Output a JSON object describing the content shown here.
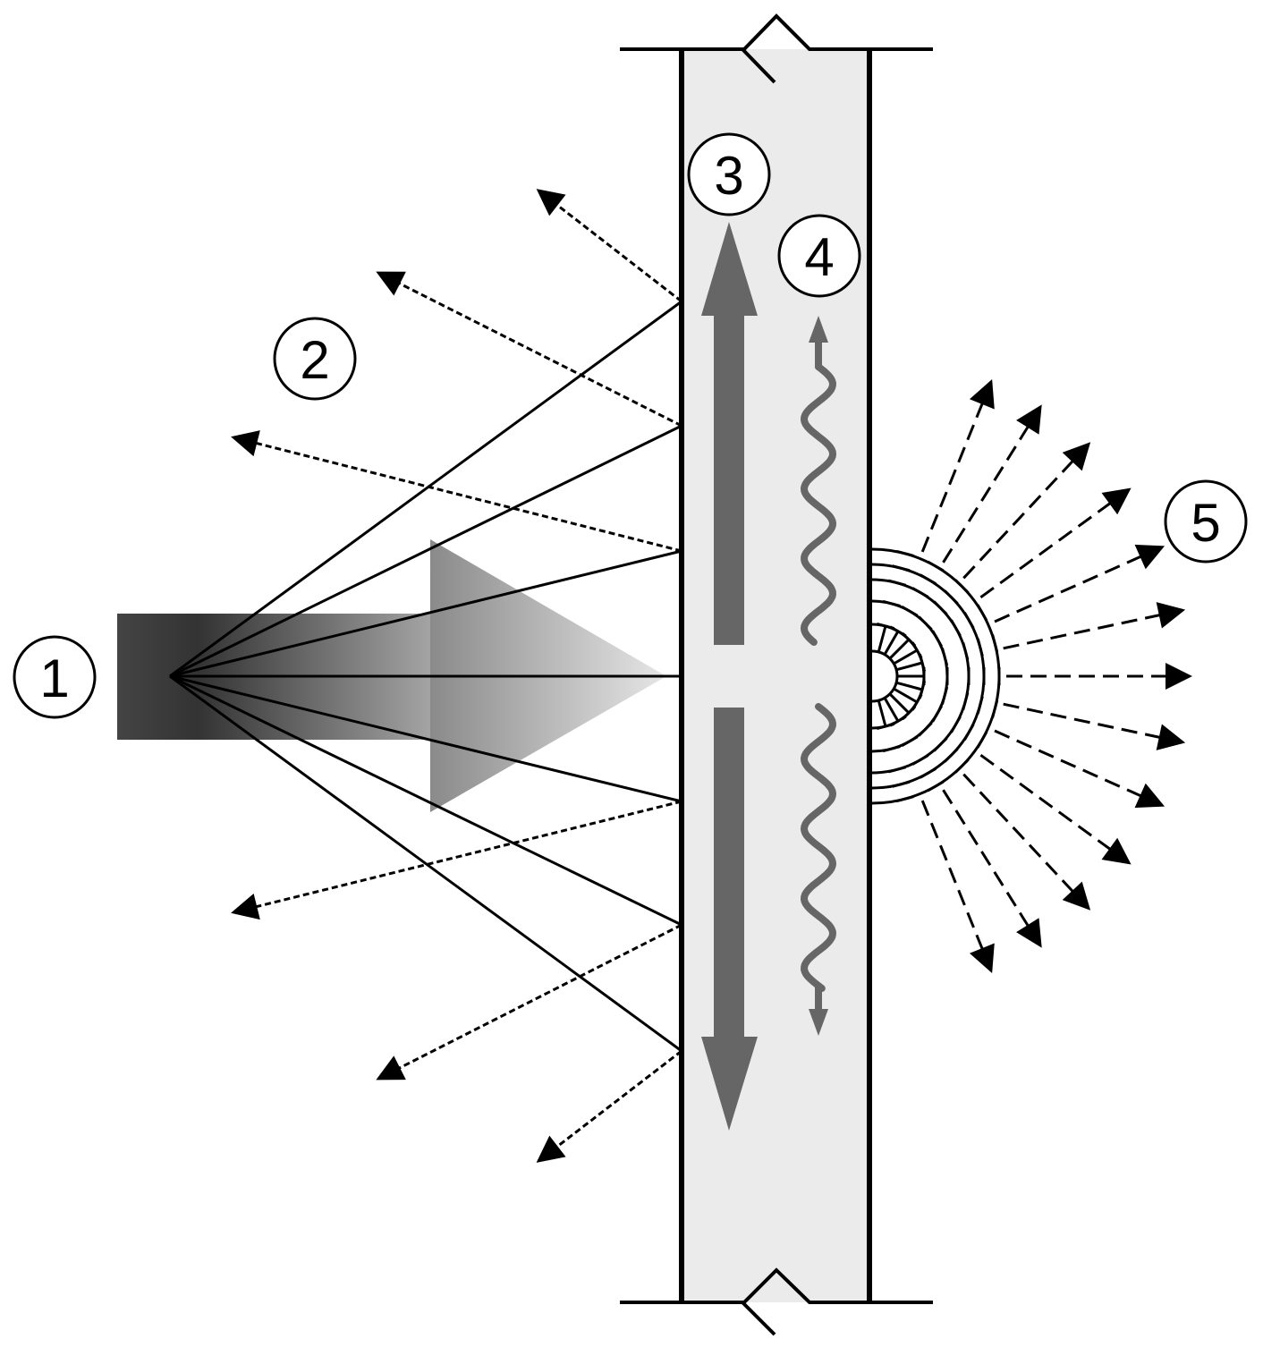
{
  "labels": {
    "one": "1",
    "two": "2",
    "three": "3",
    "four": "4",
    "five": "5"
  },
  "colors": {
    "wall_fill": "#ebebeb",
    "dark_arrow": "#666666",
    "source_block": "#4d4d4d",
    "ink": "#000000"
  }
}
